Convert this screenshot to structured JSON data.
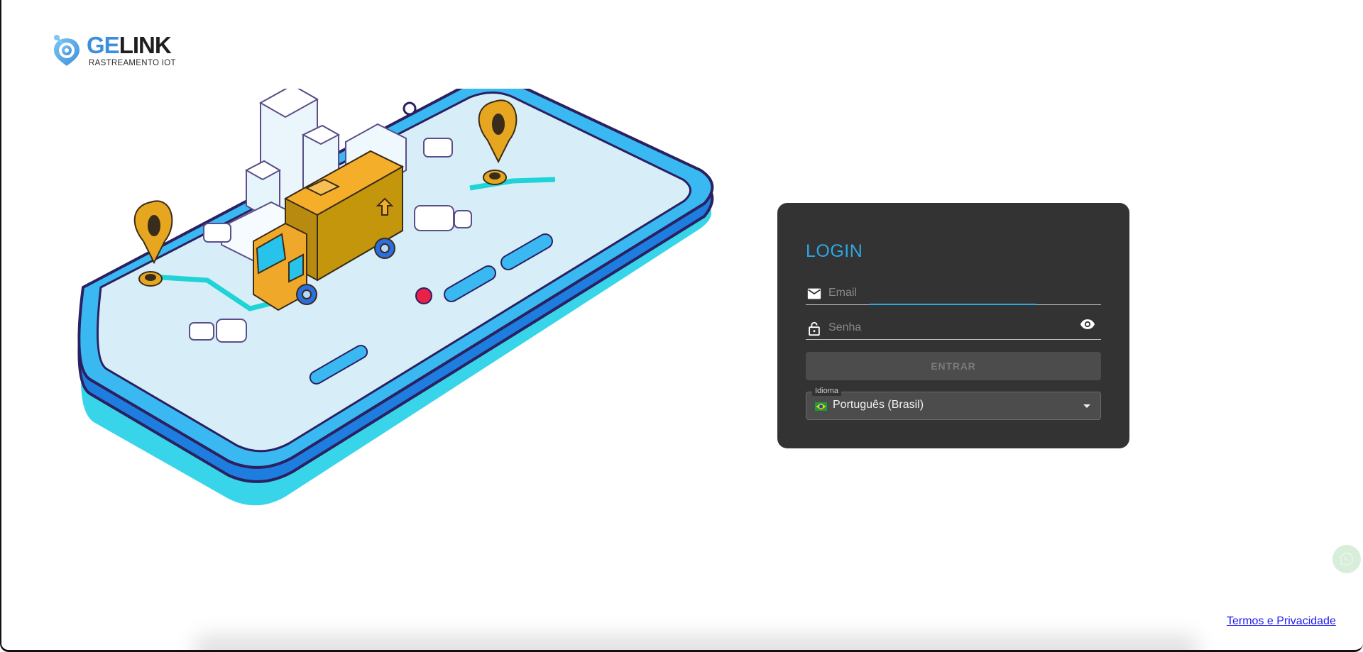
{
  "logo": {
    "title_part1": "GE",
    "title_part2": "LINK",
    "subtitle": "RASTREAMENTO IOT",
    "icon": "location-pin-logo-icon",
    "colors": {
      "accent": "#3d8fdc",
      "dark": "#1f1f1f"
    }
  },
  "illustration": {
    "description": "Isometric smartphone with delivery truck, buildings and map pins",
    "icon": "truck-on-phone-illustration"
  },
  "login": {
    "title": "LOGIN",
    "email": {
      "placeholder": "Email",
      "value": "",
      "icon": "email-icon"
    },
    "password": {
      "placeholder": "Senha",
      "value": "",
      "icon": "lock-open-icon",
      "toggle_icon": "eye-icon"
    },
    "submit_label": "ENTRAR",
    "language": {
      "label": "Idioma",
      "selected": "Português (Brasil)",
      "flag_icon": "brazil-flag-icon",
      "dropdown_icon": "caret-down-icon"
    },
    "colors": {
      "card_bg": "#333333",
      "accent": "#2ea6e3",
      "button_bg": "#4c4c4c"
    }
  },
  "footer": {
    "terms_link": "Termos e Privacidade",
    "whatsapp_icon": "whatsapp-icon"
  }
}
